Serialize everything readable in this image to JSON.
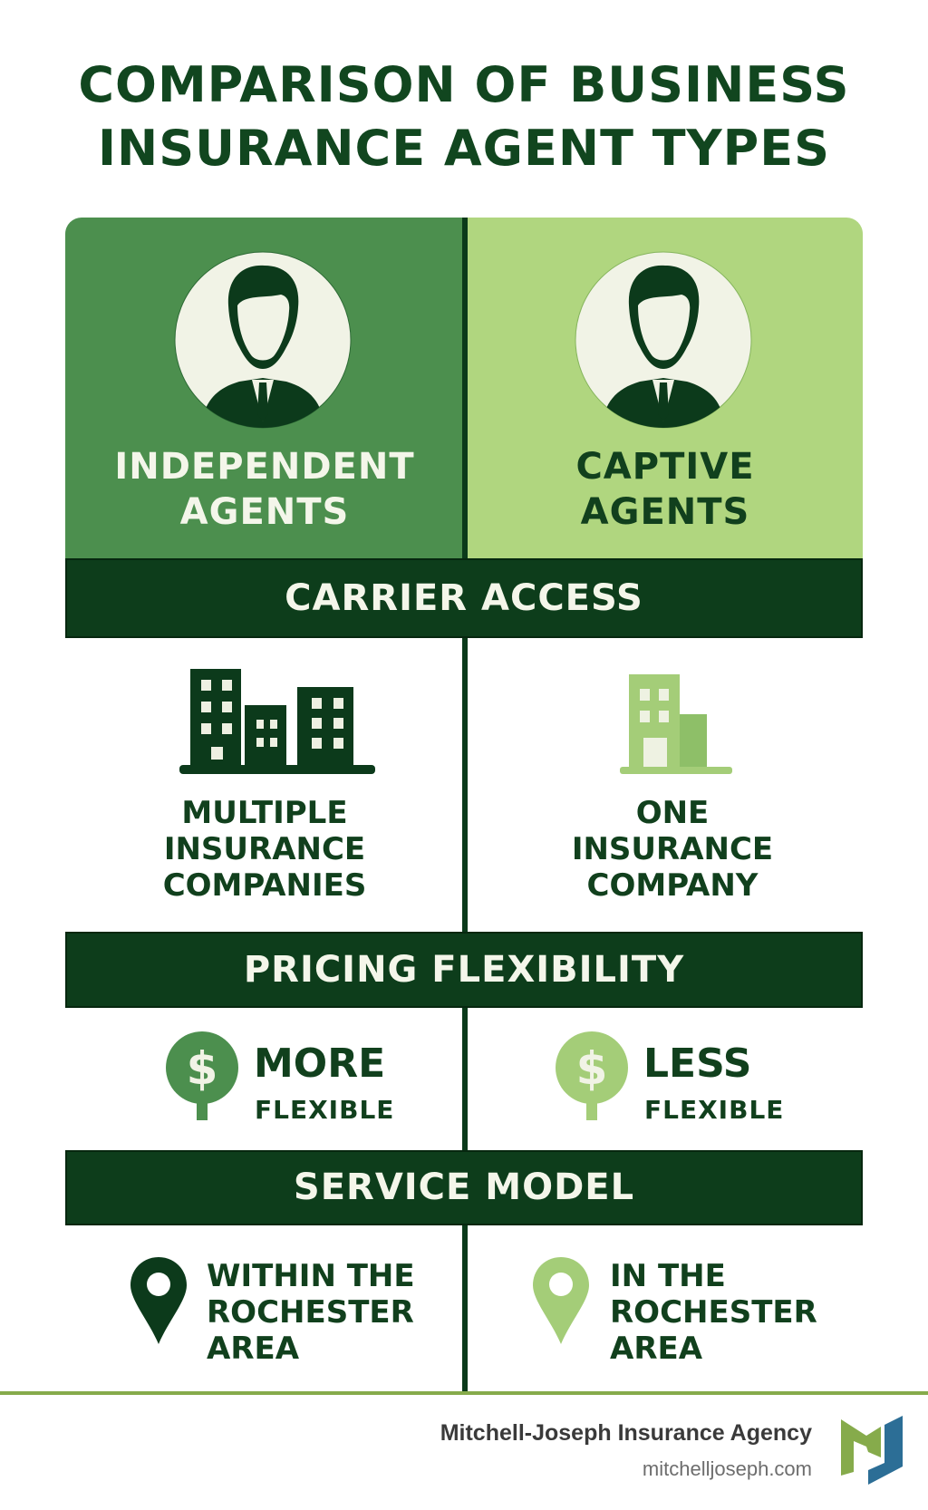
{
  "title": {
    "line1": "COMPARISON OF BUSINESS",
    "line2": "INSURANCE AGENT TYPES"
  },
  "columns": [
    {
      "line1": "INDEPENDENT",
      "line2": "AGENTS",
      "icon": "person-icon",
      "panel_color": "#4c8f4e",
      "text_color": "#f4f6ea"
    },
    {
      "line1": "CAPTIVE",
      "line2": "AGENTS",
      "icon": "person-icon",
      "panel_color": "#b0d67f",
      "text_color": "#11401d"
    }
  ],
  "sections": [
    {
      "heading": "CARRIER ACCESS",
      "left": {
        "icon": "buildings-icon",
        "lines": [
          "MULTIPLE",
          "INSURANCE",
          "COMPANIES"
        ]
      },
      "right": {
        "icon": "building-icon",
        "lines": [
          "ONE",
          "INSURANCE",
          "COMPANY"
        ]
      }
    },
    {
      "heading": "PRICING FLEXIBILITY",
      "left": {
        "icon": "dollar-icon",
        "big": "MORE",
        "small": "FLEXIBLE"
      },
      "right": {
        "icon": "dollar-icon",
        "big": "LESS",
        "small": "FLEXIBLE"
      }
    },
    {
      "heading": "SERVICE MODEL",
      "left": {
        "icon": "map-pin-icon",
        "lines": [
          "WITHIN THE",
          "ROCHESTER",
          "AREA"
        ]
      },
      "right": {
        "icon": "map-pin-icon",
        "lines": [
          "IN THE",
          "ROCHESTER",
          "AREA"
        ]
      }
    }
  ],
  "footer": {
    "agency": "Mitchell-Joseph Insurance Agency",
    "url": "mitchelljoseph.com",
    "logo": "mj-logo-icon"
  },
  "colors": {
    "dark_green": "#0d3d1b",
    "mid_green": "#4c8f4e",
    "light_green": "#b0d67f",
    "accent_line": "#86ab4b",
    "logo_green": "#86ab4b",
    "logo_blue": "#2c6e96"
  }
}
